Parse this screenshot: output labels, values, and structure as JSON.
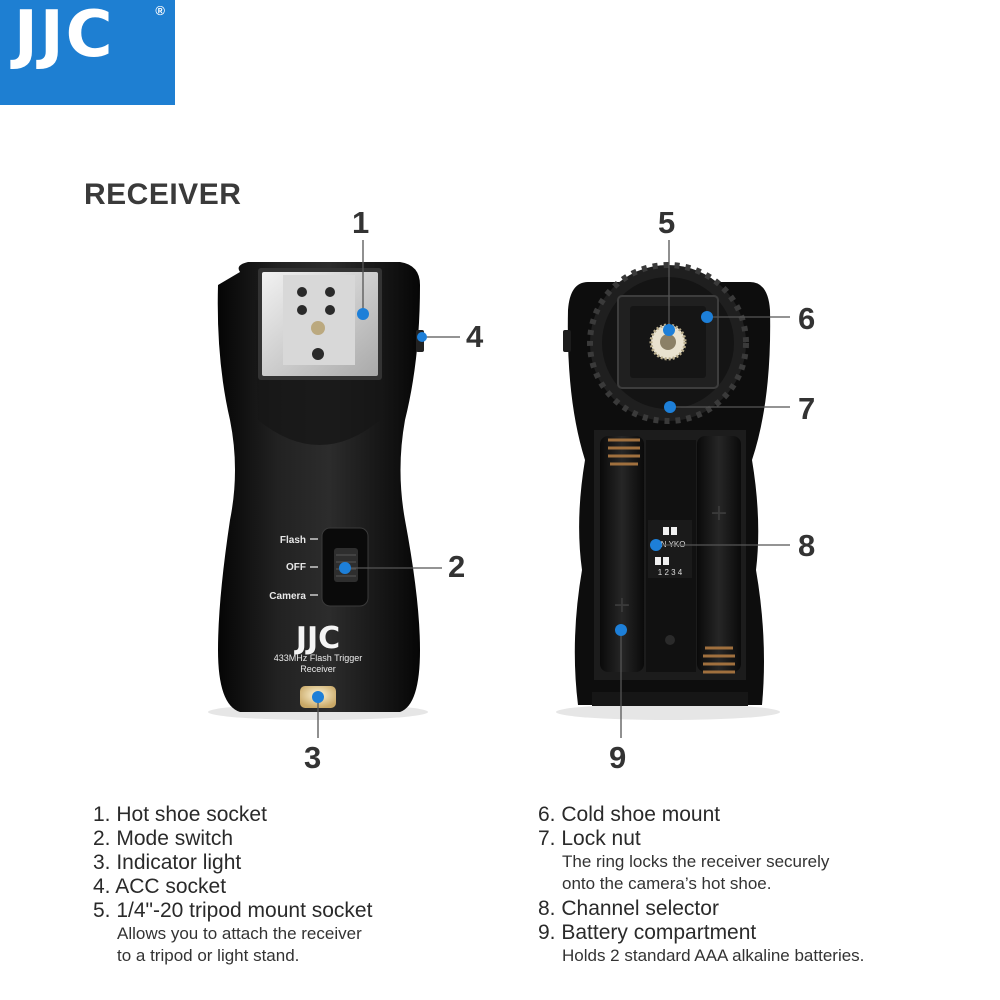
{
  "brand": {
    "logo_text": "JJC",
    "registered": "®",
    "accent": "#1e7fd2"
  },
  "section_title": "RECEIVER",
  "device_label": {
    "brand": "JJC",
    "line1": "433MHz Flash Trigger",
    "line2": "Receiver"
  },
  "switch_labels": [
    "Flash",
    "OFF",
    "Camera"
  ],
  "dip": {
    "header": "ON  YKO",
    "numbers": "1 2 3 4"
  },
  "callouts": [
    "1",
    "2",
    "3",
    "4",
    "5",
    "6",
    "7",
    "8",
    "9"
  ],
  "legend_left": [
    {
      "label": "1. Hot shoe socket"
    },
    {
      "label": "2. Mode switch"
    },
    {
      "label": "3. Indicator light"
    },
    {
      "label": "4. ACC socket"
    },
    {
      "label": "5. 1/4\"-20 tripod mount socket",
      "desc1": "Allows you to attach the receiver",
      "desc2": "to a tripod or light stand."
    }
  ],
  "legend_right": [
    {
      "label": "6. Cold shoe mount"
    },
    {
      "label": "7. Lock nut",
      "desc1": "The ring locks the receiver securely",
      "desc2": "onto the camera’s hot shoe."
    },
    {
      "label": "8. Channel selector"
    },
    {
      "label": "9. Battery compartment",
      "desc1": "Holds 2 standard AAA alkaline batteries."
    }
  ]
}
